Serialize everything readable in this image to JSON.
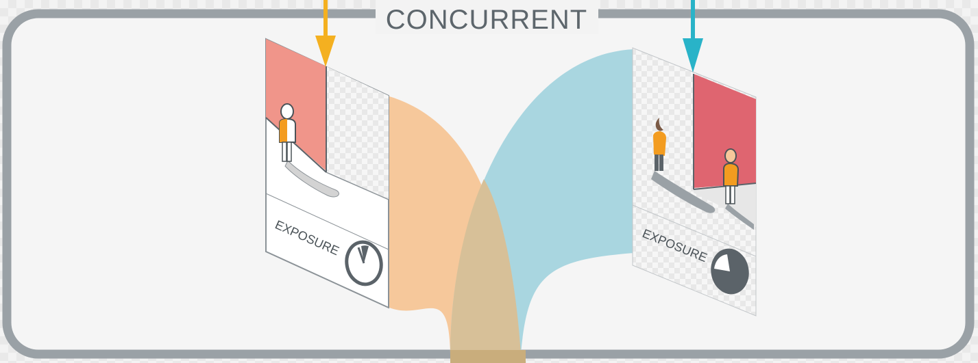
{
  "diagram": {
    "title": "CONCURRENT",
    "left_panel": {
      "label": "EXPOSURE"
    },
    "right_panel": {
      "label": "EXPOSURE"
    }
  },
  "colors": {
    "frame": "#9aa1a6",
    "frame_fill": "#f5f5f5",
    "title_text": "#5d666c",
    "left_arrow": "#f4b020",
    "right_arrow": "#29b3c8",
    "left_wall": "#f0958a",
    "right_wall": "#df6570",
    "orange_flow": "#f6c89b",
    "blue_flow": "#a9d6e0",
    "overlap": "#d7c098",
    "timer": "#5b6369",
    "person_orange": "#f39c20"
  }
}
